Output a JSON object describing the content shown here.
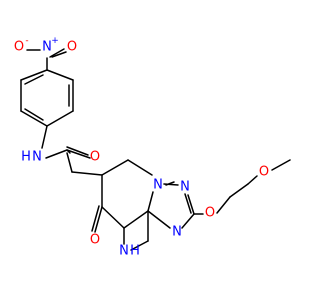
{
  "atoms": {
    "o_nitro_top": "O",
    "n_nitro": "N",
    "o_nitro_right": "O",
    "n_amide": "N",
    "h_amide": "H",
    "o_amide": "O",
    "n_ring_1": "N",
    "n_ring_2": "N",
    "n_ring_3": "N",
    "o_ether": "O",
    "o_methoxy": "O",
    "o_ketone": "O",
    "n_lactam": "N",
    "h_lactam": "H"
  },
  "charges": {
    "nitro_n": "+",
    "nitro_o": "-"
  },
  "colors": {
    "bond": "#000000",
    "nitrogen": "#0000FF",
    "oxygen": "#FF0000"
  }
}
